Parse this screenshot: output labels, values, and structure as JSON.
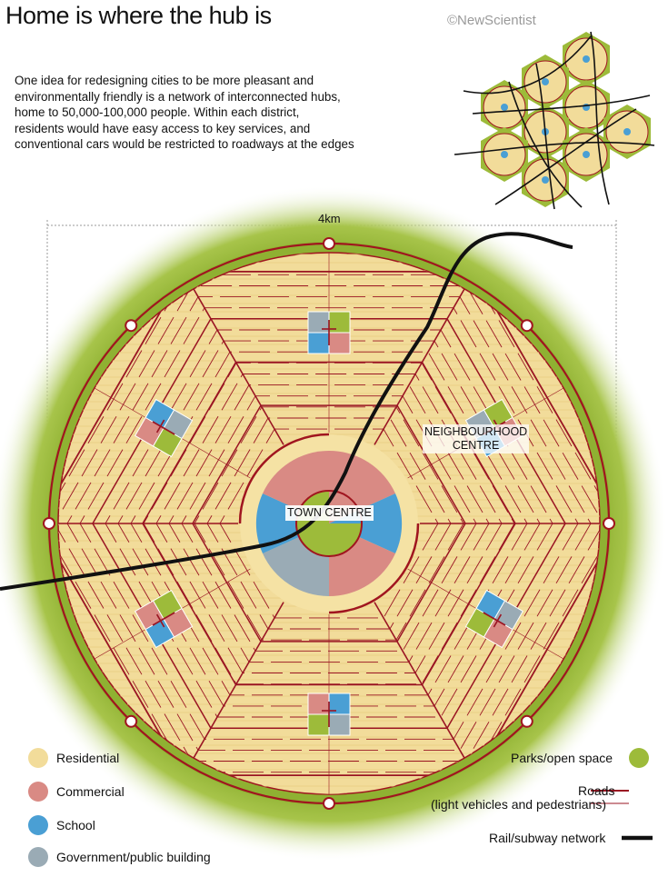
{
  "header": {
    "title": "Home is where the hub is",
    "credit": "©NewScientist"
  },
  "intro_lines": [
    "One idea for redesigning cities to be more pleasant and",
    "environmentally friendly is a network of interconnected hubs,",
    "home to 50,000-100,000 people. Within each district,",
    "residents would have easy access to key services, and",
    "conventional cars would be restricted to roadways at the edges"
  ],
  "diagram": {
    "scale_label": "4km",
    "town_centre_label": "TOWN CENTRE",
    "neighbourhood_label_lines": [
      "NEIGHBOURHOOD",
      "CENTRE"
    ]
  },
  "legend": {
    "residential": {
      "label": "Residential",
      "color": "#f2dc9a"
    },
    "commercial": {
      "label": "Commercial",
      "color": "#d98a84"
    },
    "school": {
      "label": "School",
      "color": "#4a9fd4"
    },
    "government": {
      "label": "Government/public building",
      "color": "#9aabb5"
    },
    "parks": {
      "label": "Parks/open space",
      "color": "#9dbb3a"
    },
    "roads_label_1": "Roads",
    "roads_label_2": "(light vehicles and pedestrians)",
    "rail": "Rail/subway network"
  },
  "colors": {
    "road": "#9a1523",
    "rail": "#111111",
    "ring": "#a0151f"
  }
}
